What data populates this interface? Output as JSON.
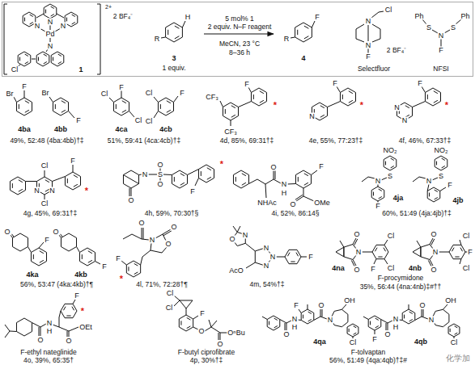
{
  "diagram": {
    "nodes": [
      {
        "text": [
          "5 mol% 1",
          "2 equiv. N–F reagent",
          "MeCN, 23 °C",
          "8–36 h"
        ]
      }
    ],
    "labels": [
      "2+",
      "2 BF₄⁻",
      "Pd",
      "N",
      "N",
      "N",
      "N",
      "Cl",
      "1",
      "R",
      "H",
      "3",
      "1 equiv.",
      "R",
      "F",
      "4",
      "Cl",
      "N",
      "N",
      "F",
      "2 BF₄⁻",
      "Selectfluor",
      "Ph",
      "S",
      "N",
      "S",
      "Ph",
      "F",
      "NFSI",
      "F",
      "Br",
      "Br",
      "F",
      "4ba",
      "4bb",
      "49%, 52:48 (4ba:4bb)†‡",
      "Cl",
      "F",
      "Cl",
      "Cl",
      "Cl",
      "F",
      "4ca",
      "4cb",
      "51%, 59:41 (4ca:4cb)†‡",
      "CF₃",
      "CF₃",
      "F",
      "*",
      "4d, 85%, 69:31†‡",
      "N",
      "F",
      "*",
      "4e, 55%, 77:23†‡",
      "N",
      "N",
      "F",
      "*",
      "4f, 46%, 67:33†‡",
      "Cl",
      "Cl",
      "N",
      "N",
      "F",
      "*",
      "4g, 45%, 69:31†‡",
      "N",
      "O",
      "S",
      "O",
      "O",
      "F",
      "*",
      "4h, 59%, 70:30†§",
      "NHAc",
      "O",
      "N",
      "H",
      "F",
      "O",
      "OMe",
      "4i, 52%, 86:14§",
      "NO₂",
      "S",
      "N",
      "F",
      "NO₂",
      "S",
      "N",
      "F",
      "4ja",
      "4jb",
      "60%, 51:49 (4ja:4jb)†‡",
      "O",
      "F",
      "O",
      "F",
      "4ka",
      "4kb",
      "56%, 53:47 (4ka:4kb)†¶",
      "O",
      "N",
      "O",
      "O",
      "F",
      "*",
      "4l, 71%, 72:28†¶",
      "N",
      "O",
      "N",
      "N",
      "N",
      "AcO",
      "F",
      "4m, 54%†‡",
      "N",
      "O",
      "O",
      "Cl",
      "Cl",
      "F",
      "N",
      "O",
      "O",
      "Cl",
      "Cl",
      "F",
      "4na",
      "4nb",
      "F-procymidone",
      "35%, 56:44 (4na:4nb)‡#††",
      "O",
      "N",
      "H",
      "F",
      "*",
      "O",
      "OEt",
      "F-ethyl nateglinide",
      "4o, 39%, 65:35†",
      "Cl",
      "Cl",
      "F",
      "O",
      "O",
      "OⁿBu",
      "F-butyl ciprofibrate",
      "4p, 30%†‡",
      "O",
      "N",
      "H",
      "F",
      "O",
      "N",
      "OH",
      "Cl",
      "4qa",
      "O",
      "N",
      "H",
      "F",
      "O",
      "N",
      "OH",
      "Cl",
      "4qb",
      "F-tolvaptan",
      "56%, 51:49 (4qa:4qb)†‡#",
      "化学加"
    ]
  }
}
